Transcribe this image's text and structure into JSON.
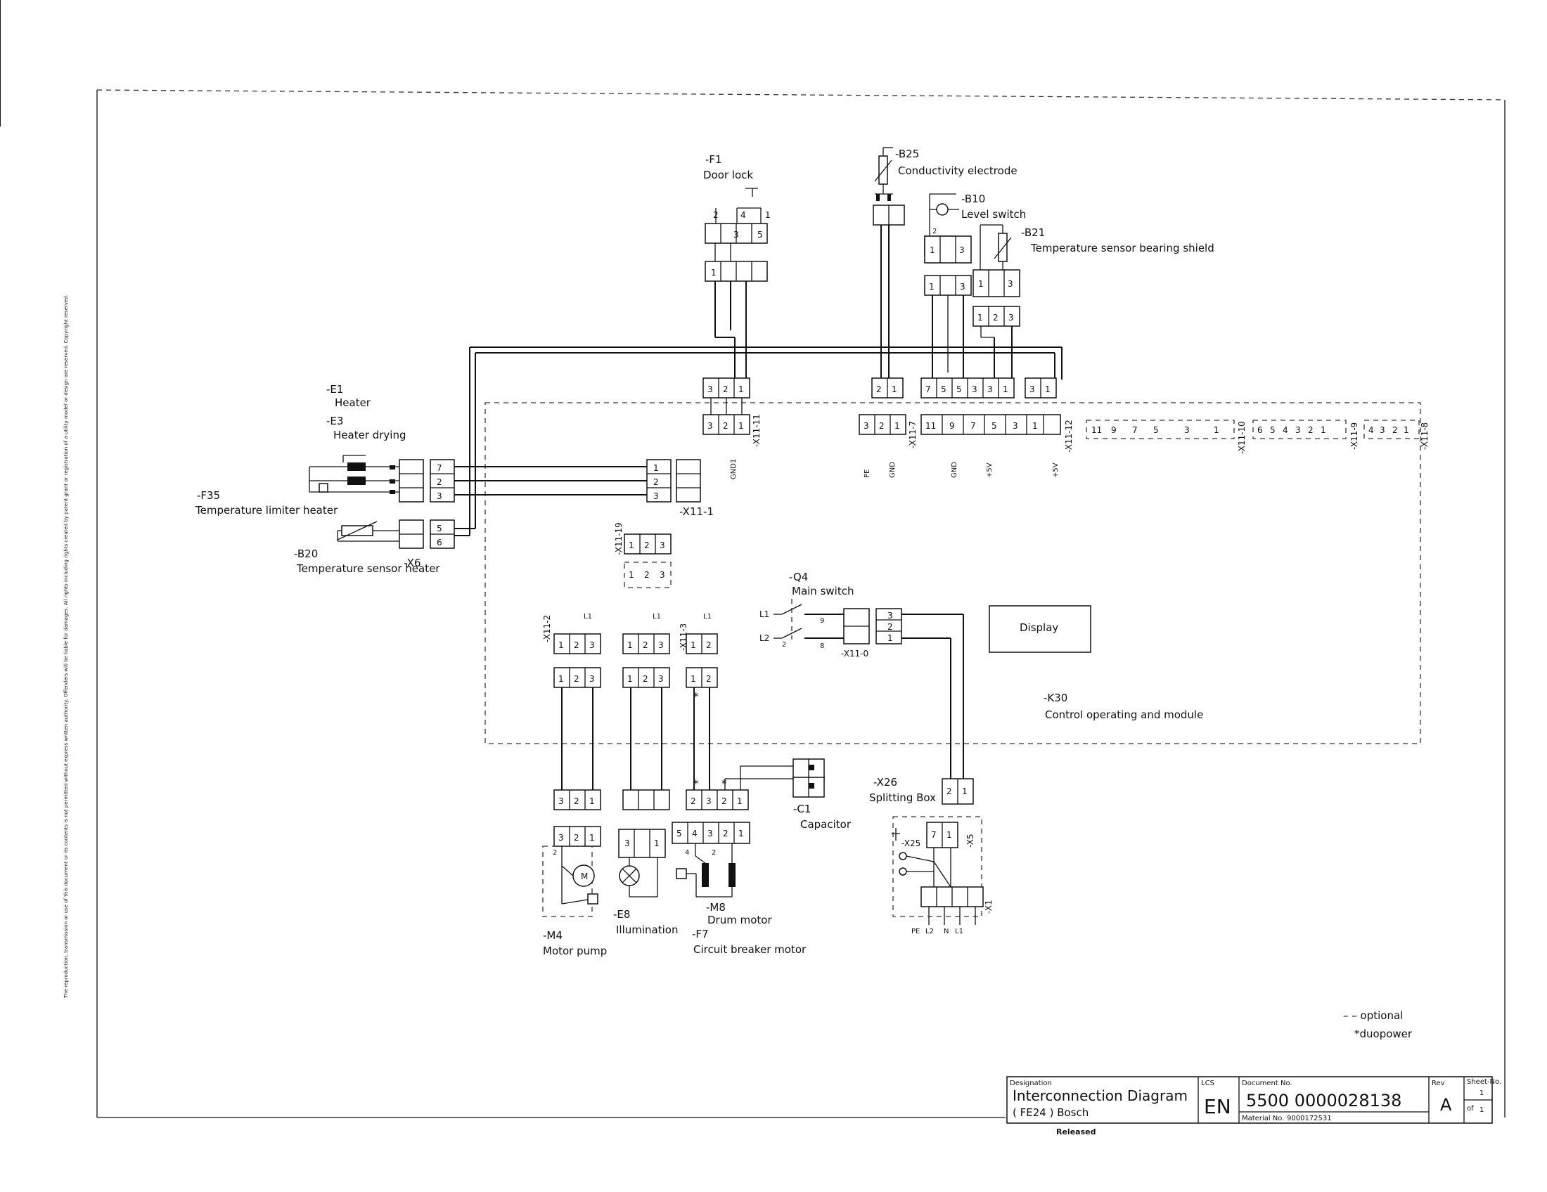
{
  "components": {
    "f1": {
      "id": "-F1",
      "name": "Door lock"
    },
    "b25": {
      "id": "-B25",
      "name": "Conductivity electrode"
    },
    "b10": {
      "id": "-B10",
      "name": "Level switch"
    },
    "b21": {
      "id": "-B21",
      "name": "Temperature sensor bearing shield"
    },
    "e1": {
      "id": "-E1",
      "name": "Heater"
    },
    "e3": {
      "id": "-E3",
      "name": "Heater drying"
    },
    "f35": {
      "id": "-F35",
      "name": "Temperature limiter heater"
    },
    "b20": {
      "id": "-B20",
      "name": "Temperature sensor heater"
    },
    "x6": {
      "id": "-X6"
    },
    "q4": {
      "id": "-Q4",
      "name": "Main switch"
    },
    "display": {
      "name": "Display"
    },
    "k30": {
      "id": "-K30",
      "name": "Control operating and module"
    },
    "x26": {
      "id": "-X26",
      "name": "Splitting Box"
    },
    "c1": {
      "id": "-C1",
      "name": "Capacitor"
    },
    "m4": {
      "id": "-M4",
      "name": "Motor pump"
    },
    "e8": {
      "id": "-E8",
      "name": "Illumination"
    },
    "m8": {
      "id": "-M8",
      "name": "Drum motor"
    },
    "f7": {
      "id": "-F7",
      "name": "Circuit breaker motor"
    },
    "x25": {
      "id": "-X25"
    },
    "x5": {
      "id": "-X5"
    },
    "x1": {
      "id": "-X1"
    }
  },
  "connectors": {
    "x11_11": "-X11-11",
    "x11_7": "-X11-7",
    "x11_12": "-X11-12",
    "x11_10": "-X11-10",
    "x11_9": "-X11-9",
    "x11_8": "-X11-8",
    "x11_1": "-X11-1",
    "x11_19": "-X11-19",
    "x11_2": "-X11-2",
    "x11_3": "-X11-3",
    "x11_0": "-X11-0"
  },
  "signals": {
    "gnd1": "GND1",
    "pe": "PE",
    "gnd": "GND",
    "plus5v": "+5V",
    "l1": "L1",
    "l2": "L2",
    "n": "N"
  },
  "legend": {
    "optional": "– – optional",
    "duopower": "*duopower"
  },
  "title_block": {
    "designation_label": "Designation",
    "designation": "Interconnection Diagram",
    "subtitle": "( FE24 ) Bosch",
    "lcs_label": "LCS",
    "language": "EN",
    "document_label": "Document No.",
    "document_no": "5500  0000028138",
    "material_label": "Material No.",
    "material_no": "9000172531",
    "rev_label": "Rev",
    "revision": "A",
    "sheet_label": "Sheet-No.",
    "sheet_no": "1",
    "of_label": "of",
    "sheet_total": "1",
    "status": "Released"
  },
  "copyright_note": "The reproduction, transmission or use of this document or its contents is not permitted without express written authority. Offenders will be liable for damages. All rights including rights created by patent grant or registration of a utility model or design are reserved. Copyright reserved."
}
